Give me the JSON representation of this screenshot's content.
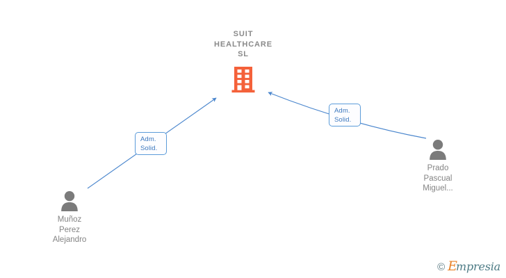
{
  "diagram": {
    "type": "relationship-graph",
    "background_color": "#ffffff",
    "company": {
      "name": "SUIT\nHEALTHCARE\nSL",
      "icon": "building-icon",
      "icon_color": "#f4613a",
      "text_color": "#8a8a8a"
    },
    "persons": [
      {
        "id": "person-left",
        "name": "Muñoz\nPerez\nAlejandro",
        "icon": "person-icon",
        "icon_color": "#7b7b7b",
        "text_color": "#848484"
      },
      {
        "id": "person-right",
        "name": "Prado\nPascual\nMiguel...",
        "icon": "person-icon",
        "icon_color": "#7b7b7b",
        "text_color": "#848484"
      }
    ],
    "edges": [
      {
        "id": "edge-left",
        "from": "person-left",
        "to": "company",
        "label": "Adm.\nSolid.",
        "color": "#4a86cd",
        "label_border_color": "#5b9bd9",
        "label_text_color": "#3c78be"
      },
      {
        "id": "edge-right",
        "from": "person-right",
        "to": "company",
        "label": "Adm.\nSolid.",
        "color": "#4a86cd",
        "label_border_color": "#5b9bd9",
        "label_text_color": "#3c78be"
      }
    ],
    "watermark": {
      "copyright": "©",
      "brand_initial": "E",
      "brand_rest": "mpresia",
      "initial_color": "#e8832a",
      "rest_color": "#4d7b85"
    }
  }
}
